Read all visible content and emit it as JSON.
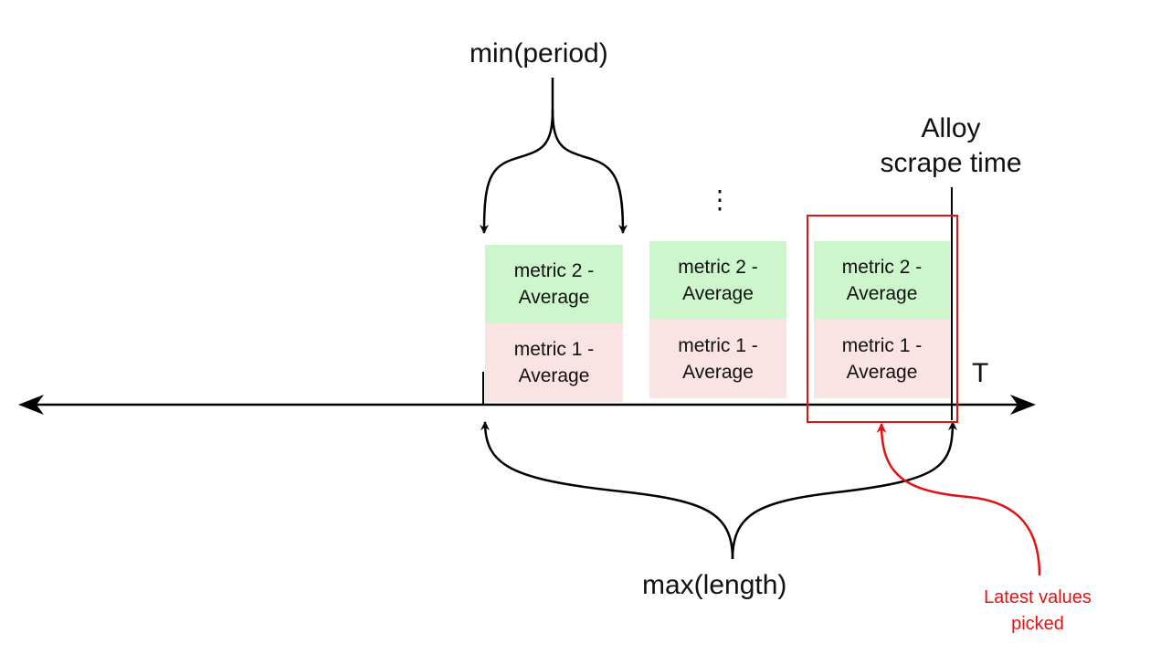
{
  "labels": {
    "min_period": "min(period)",
    "max_length": "max(length)",
    "scrape_time_line1": "Alloy",
    "scrape_time_line2": "scrape time",
    "axis": "T",
    "ellipsis": "⋮",
    "latest_line1": "Latest values",
    "latest_line2": "picked"
  },
  "columns": [
    {
      "top": "metric 2 - Average",
      "bottom": "metric 1 - Average"
    },
    {
      "top": "metric 2 - Average",
      "bottom": "metric 1 - Average"
    },
    {
      "top": "metric 2 - Average",
      "bottom": "metric 1 - Average"
    }
  ],
  "colors": {
    "metric2_fill": "#cdf6cc",
    "metric1_fill": "#fae3e3",
    "highlight": "#e31212",
    "line": "#000000"
  }
}
